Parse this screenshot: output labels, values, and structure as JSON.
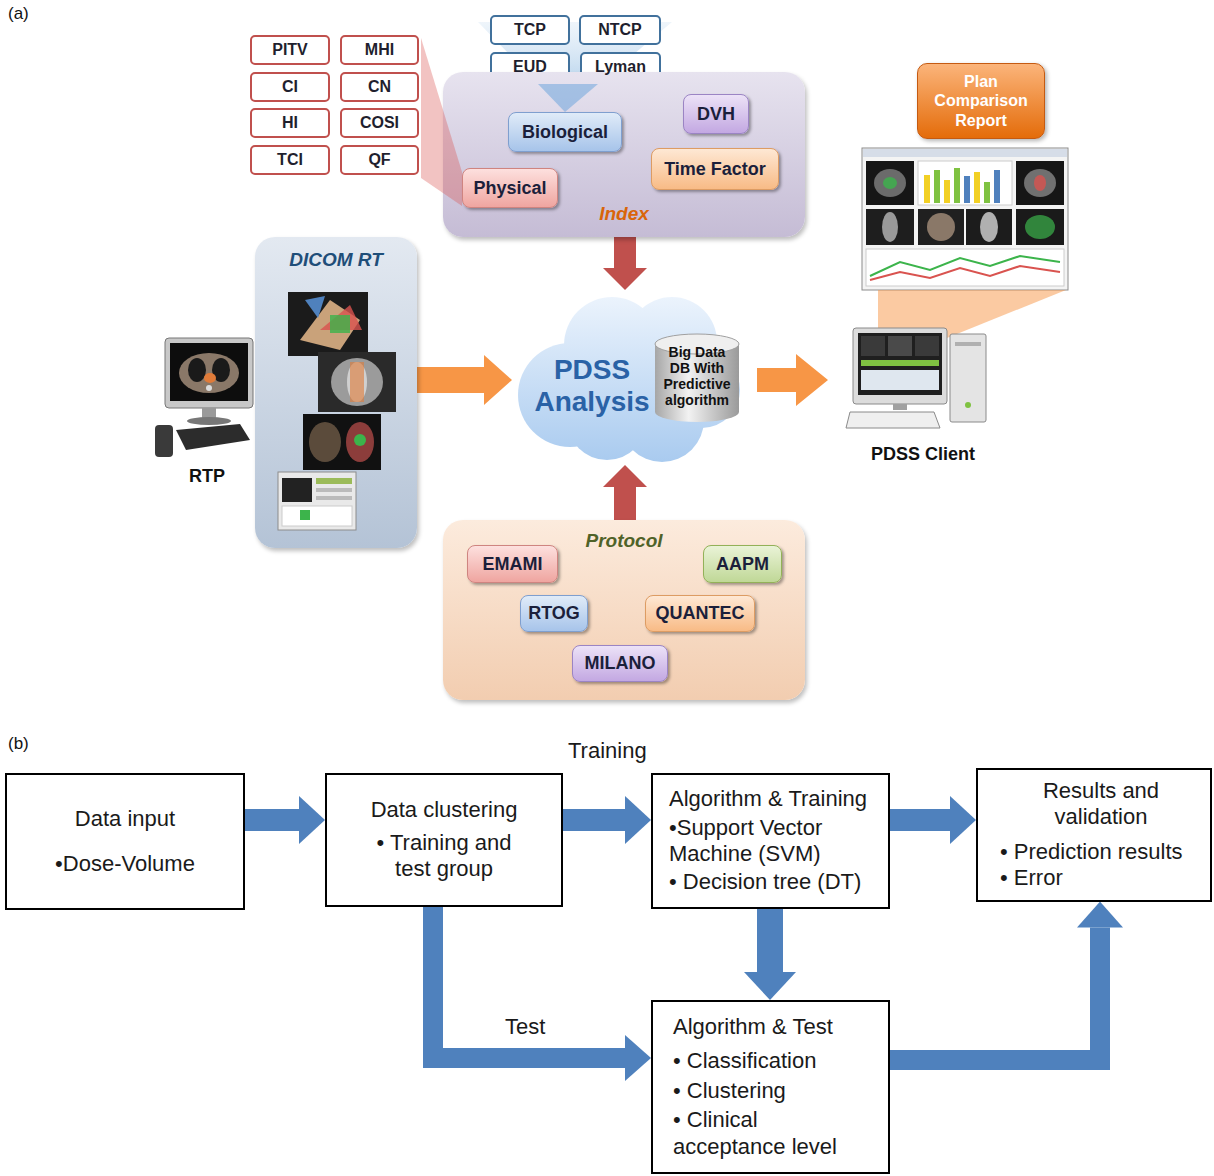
{
  "diagram": {
    "nodes": [
      {
        "text": [
          "TCP"
        ]
      },
      {
        "text": [
          "NTCP"
        ]
      },
      {
        "text": [
          "EUD"
        ]
      },
      {
        "text": [
          "Lyman"
        ]
      },
      {
        "text": [
          "PITV"
        ]
      },
      {
        "text": [
          "MHI"
        ]
      },
      {
        "text": [
          "CI"
        ]
      },
      {
        "text": [
          "CN"
        ]
      },
      {
        "text": [
          "HI"
        ]
      },
      {
        "text": [
          "COSI"
        ]
      },
      {
        "text": [
          "TCI"
        ]
      },
      {
        "text": [
          "QF"
        ]
      },
      {
        "text": [
          "Index"
        ]
      },
      {
        "text": [
          "Biological"
        ],
        "in": 12
      },
      {
        "text": [
          "DVH"
        ],
        "in": 12
      },
      {
        "text": [
          "Physical"
        ],
        "in": 12
      },
      {
        "text": [
          "Time Factor"
        ],
        "in": 12
      },
      {
        "text": [
          "Plan Comparison Report"
        ]
      },
      {
        "text": [
          "DICOM RT"
        ]
      },
      {
        "text": [
          "PDSS Analysis"
        ]
      },
      {
        "text": [
          "Big Data DB With Predictive algorithm"
        ],
        "in": 19
      },
      {
        "text": [
          "Protocol"
        ]
      },
      {
        "text": [
          "EMAMI"
        ],
        "in": 21
      },
      {
        "text": [
          "AAPM"
        ],
        "in": 21
      },
      {
        "text": [
          "RTOG"
        ],
        "in": 21
      },
      {
        "text": [
          "QUANTEC"
        ],
        "in": 21
      },
      {
        "text": [
          "MILANO"
        ],
        "in": 21
      },
      {
        "text": [
          "Data input",
          "•Dose-Volume"
        ]
      },
      {
        "text": [
          "Data clustering",
          "• Training and test group"
        ]
      },
      {
        "text": [
          "Algorithm & Training",
          "•Support Vector Machine (SVM)",
          "• Decision tree (DT)"
        ]
      },
      {
        "text": [
          "Results and validation",
          "• Prediction results",
          "• Error"
        ]
      },
      {
        "text": [
          "Algorithm & Test",
          "• Classification",
          "• Clustering",
          "• Clinical acceptance level"
        ]
      }
    ],
    "edges": [
      {
        "from": 18,
        "to": 19,
        "arrow": "to"
      },
      {
        "from": 12,
        "to": 19,
        "arrow": "to"
      },
      {
        "from": 21,
        "to": 19,
        "arrow": "to"
      },
      {
        "from": 27,
        "to": 28,
        "arrow": "to"
      },
      {
        "from": 28,
        "to": 29,
        "label": "Training",
        "arrow": "to"
      },
      {
        "from": 29,
        "to": 30,
        "arrow": "to"
      },
      {
        "from": 29,
        "to": 31,
        "arrow": "to"
      },
      {
        "from": 28,
        "to": 31,
        "label": "Test",
        "arrow": "to"
      },
      {
        "from": 31,
        "to": 30,
        "arrow": "to"
      }
    ],
    "labels": [
      "(a)",
      "RTP",
      "PDSS Client",
      "(b)"
    ]
  }
}
